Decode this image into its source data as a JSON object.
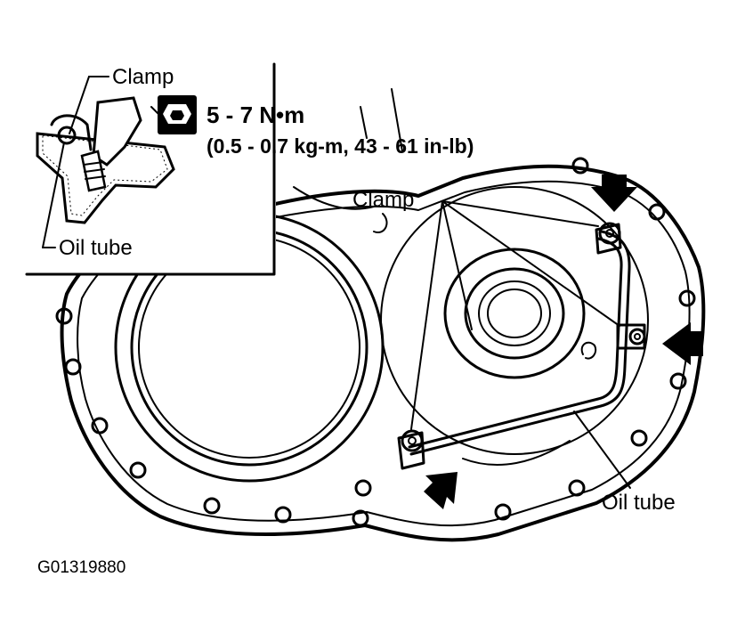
{
  "inset": {
    "clamp_label": "Clamp",
    "oil_tube_label": "Oil tube",
    "torque_line1": "5 - 7 N•m",
    "torque_line2": "(0.5 - 0.7 kg-m, 43 - 61 in-lb)",
    "bolt_icon": "bolt-torque-icon"
  },
  "main": {
    "clamp_label": "Clamp",
    "oil_tube_label": "Oil tube",
    "arrow_icon": "black-arrow-icon"
  },
  "figure_id": "G01319880"
}
